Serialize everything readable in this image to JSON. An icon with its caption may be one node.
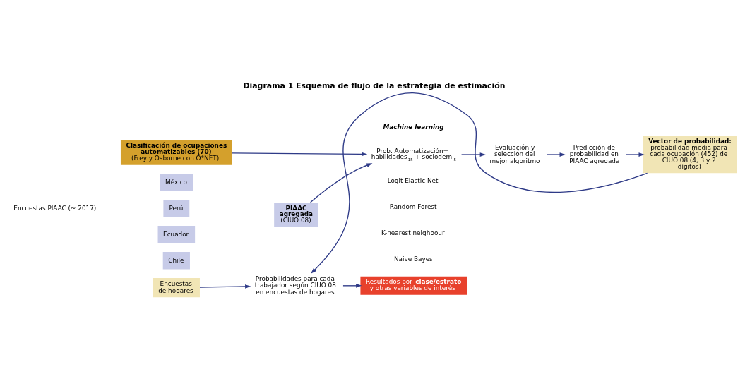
{
  "diagram": {
    "title": "Diagrama 1 Esquema de flujo de la estrategia de estimación",
    "nodes": [
      {
        "text": [
          "Clasificación de ocupaciones automatizables (70)",
          "(Frey y Osborne con O*NET)"
        ]
      },
      {
        "text": [
          "México"
        ]
      },
      {
        "text": [
          "Perú"
        ]
      },
      {
        "text": [
          "Ecuador"
        ]
      },
      {
        "text": [
          "Chile"
        ]
      },
      {
        "text": [
          "PIAAC agregada",
          "(CIUO 08)"
        ]
      },
      {
        "text": [
          "Prob. Automatización= habilidades$_{15}$ + sociodem$_{5}$"
        ]
      },
      {
        "text": [
          "Evaluación y selección del mejor algoritmo"
        ]
      },
      {
        "text": [
          "Predicción de probabilidad en PIAAC agregada"
        ]
      },
      {
        "text": [
          "Vector de probabilidad:",
          "probabilidad media para cada ocupación (452) de CIUO 08 (4, 3 y 2 dígitos)"
        ]
      },
      {
        "text": [
          "Encuestas de hogares"
        ]
      },
      {
        "text": [
          "Probabilidades para cada trabajador según CIUO 08 en encuestas de hogares"
        ]
      },
      {
        "text": [
          "Resultados por **clase/estrato** y otras variables de interés"
        ]
      }
    ],
    "edges": [
      {
        "from": 0,
        "to": 6,
        "arrow": "to"
      },
      {
        "from": 5,
        "to": 6,
        "arrow": "to"
      },
      {
        "from": 6,
        "to": 7,
        "arrow": "to"
      },
      {
        "from": 7,
        "to": 8,
        "arrow": "to"
      },
      {
        "from": 8,
        "to": 9,
        "arrow": "to"
      },
      {
        "from": 9,
        "to": 11,
        "arrow": "to"
      },
      {
        "from": 10,
        "to": 11,
        "arrow": "to"
      },
      {
        "from": 11,
        "to": 12,
        "arrow": "to"
      }
    ],
    "labels": [
      "Machine learning",
      "Encuestas PIAAC (~ 2017)",
      "Logit Elastic Net",
      "Random Forest",
      "K-nearest neighbour",
      "Naive Bayes"
    ]
  }
}
